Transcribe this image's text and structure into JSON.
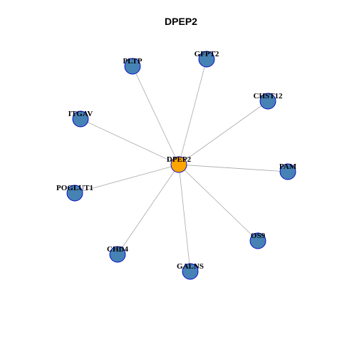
{
  "title": "DPEP2",
  "colors": {
    "hub_fill": "#FFA500",
    "node_fill": "#4682B4",
    "node_stroke": "#0000CD",
    "edge": "#A8A8A8"
  },
  "network": {
    "hub": "DPEP2",
    "neighbors": [
      "PLTP",
      "GFPT2",
      "CHST12",
      "ITGAV",
      "PAM",
      "POGLUT1",
      "OS9",
      "CHD4",
      "GALNS"
    ],
    "edges": [
      [
        "DPEP2",
        "PLTP"
      ],
      [
        "DPEP2",
        "GFPT2"
      ],
      [
        "DPEP2",
        "CHST12"
      ],
      [
        "DPEP2",
        "ITGAV"
      ],
      [
        "DPEP2",
        "PAM"
      ],
      [
        "DPEP2",
        "POGLUT1"
      ],
      [
        "DPEP2",
        "OS9"
      ],
      [
        "DPEP2",
        "CHD4"
      ],
      [
        "DPEP2",
        "GALNS"
      ]
    ]
  }
}
